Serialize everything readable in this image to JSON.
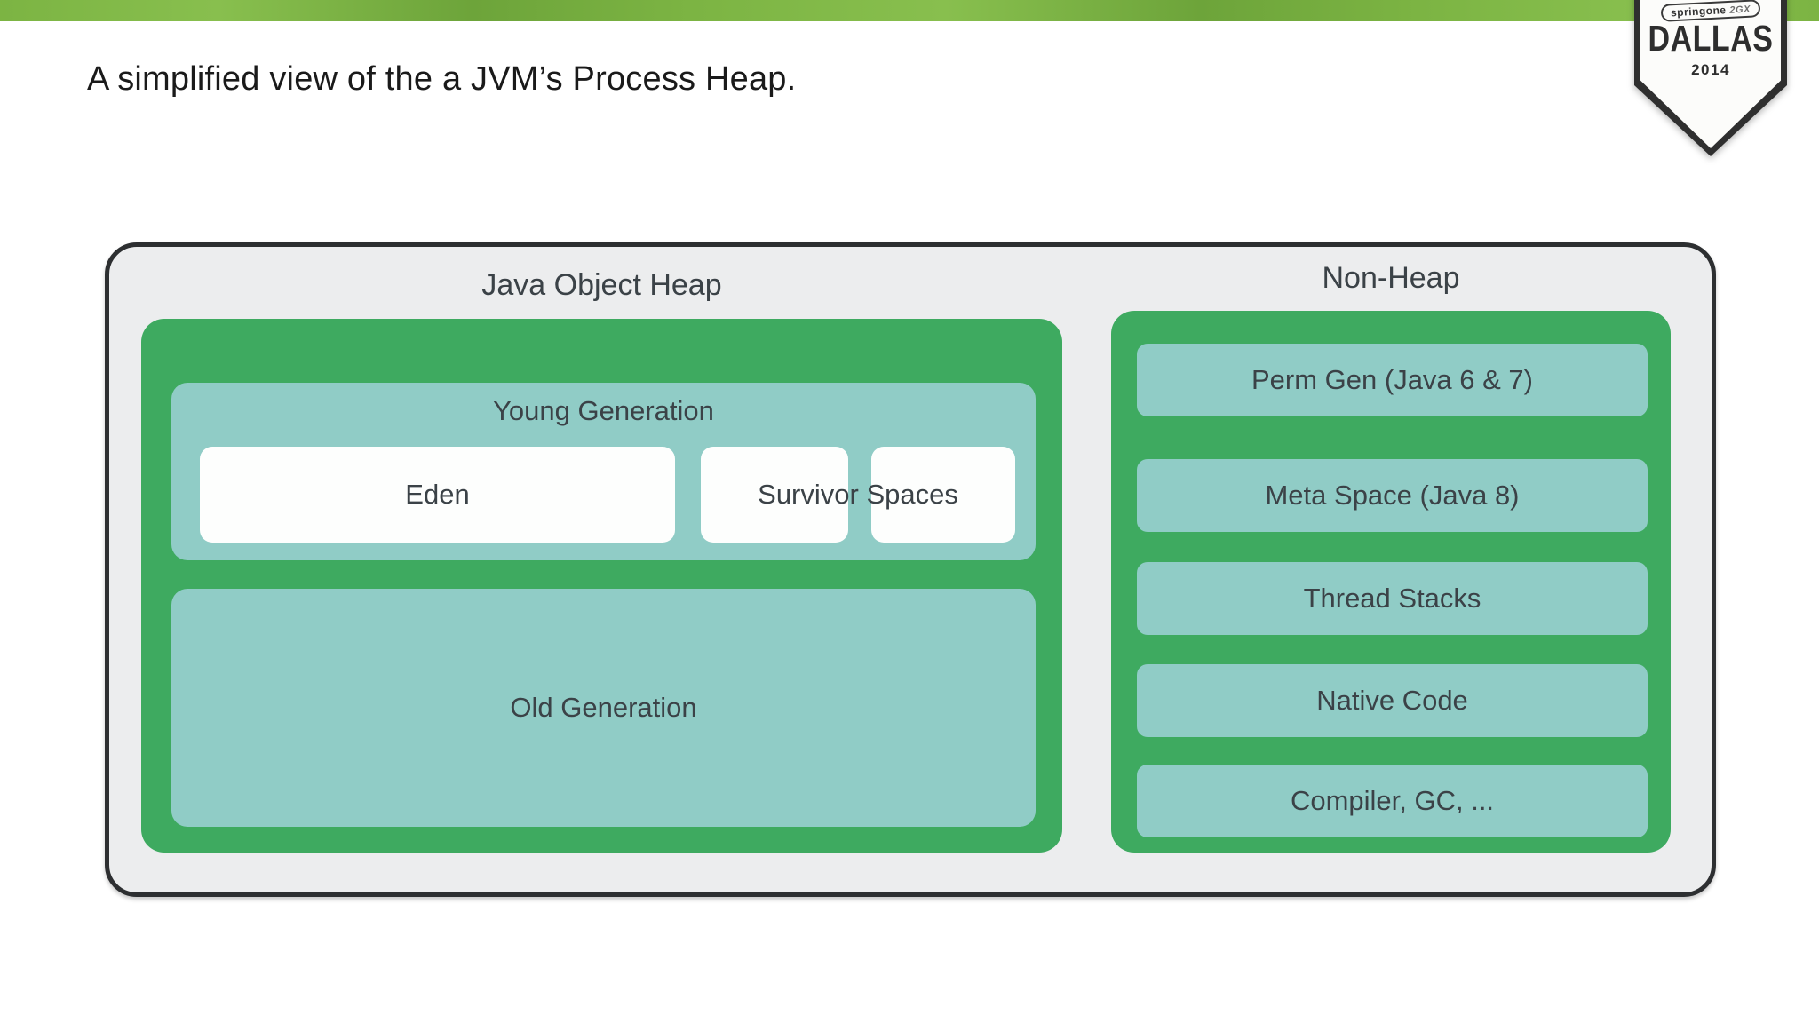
{
  "slide": {
    "title": "A simplified view of the a JVM’s Process Heap."
  },
  "badge": {
    "brand": "springone",
    "brand_suffix": "2GX",
    "city": "DALLAS",
    "year": "2014"
  },
  "diagram": {
    "heap": {
      "label": "Java Object Heap",
      "young": {
        "label": "Young Generation",
        "eden_label": "Eden",
        "survivor_label": "Survivor Spaces"
      },
      "old_label": "Old Generation"
    },
    "non_heap": {
      "label": "Non-Heap",
      "items": [
        "Perm Gen (Java 6 & 7)",
        "Meta Space (Java 8)",
        "Thread Stacks",
        "Native Code",
        "Compiler, GC, ..."
      ]
    }
  },
  "colors": {
    "banner_green": "#7cb443",
    "box_green": "#3eaa60",
    "box_teal": "#90ccc6",
    "white_box": "#fdfefd",
    "container_bg": "#ecedee",
    "container_border": "#2d2f31",
    "title_color": "#1a1a1a",
    "label_color": "#3b4247"
  }
}
